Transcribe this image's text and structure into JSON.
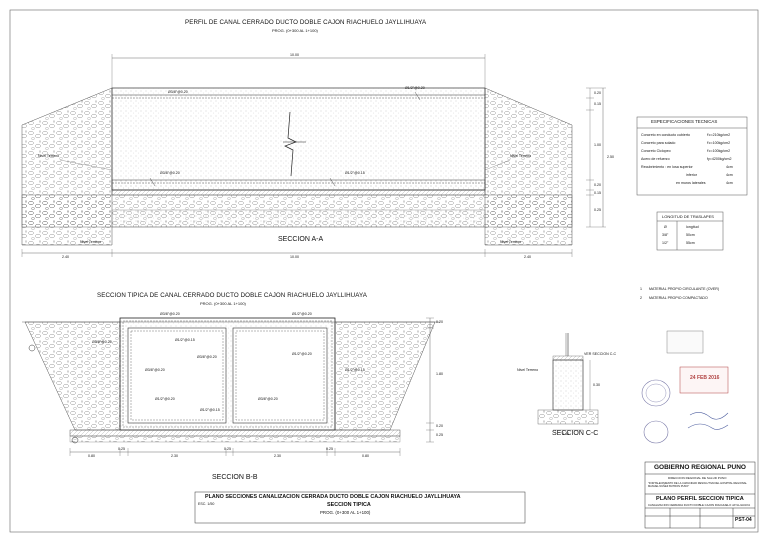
{
  "sheet": {
    "title_a": "PERFIL DE CANAL CERRADO DUCTO DOBLE CAJON RIACHUELO JAYLLIHUAYA",
    "prog_a": "PROG. (0+300 AL 1+100)",
    "section_a": "SECCION A-A",
    "title_b": "SECCION TIPICA DE CANAL CERRADO DUCTO DOBLE CAJON RIACHUELO JAYLLIHUAYA",
    "prog_b": "PROG. (0+300 AL 1+100)",
    "section_b": "SECCION B-B",
    "section_c": "SECCION C-C",
    "sheet_title_1": "PLANO SECCIONES CANALIZACION CERRADA DUCTO DOBLE CAJON RIACHUELO JAYLLIHUAYA",
    "sheet_title_2": "SECCION TIPICA",
    "sheet_prog": "PROG. (0+300 AL 1+100)",
    "scale": "ESC. 1/50"
  },
  "specs": {
    "header": "ESPECIFICACIONES TECNICAS",
    "rows": [
      {
        "label": "Concreto en conducto cubierto",
        "value": "f'c=210kg/cm2"
      },
      {
        "label": "Concreto para solado",
        "value": "f'c=100kg/cm2"
      },
      {
        "label": "Concreto Ciclopeo",
        "value": "f'c=100kg/cm2"
      },
      {
        "label": "Acero de refuerzo",
        "value": "fy=4200kg/cm2"
      },
      {
        "label": "Recubrimiento : en losa superior",
        "value": "4cm"
      },
      {
        "label": "inferior",
        "value": "4cm"
      },
      {
        "label": "en muros laterales",
        "value": "4cm"
      }
    ]
  },
  "splices": {
    "header": "LONGITUD DE TRASLAPES",
    "col1": "Ø",
    "col2": "longitud",
    "rows": [
      {
        "d": "3/8\"",
        "len": "50cm"
      },
      {
        "d": "1/2\"",
        "len": "55cm"
      }
    ]
  },
  "legend": [
    {
      "num": "1",
      "text": "MATERIAL PROPIO CIRCULANTE (OVER)"
    },
    {
      "num": "2",
      "text": "MATERIAL PROPIO COMPACTADO"
    }
  ],
  "dims": {
    "top_width": "10.00",
    "right_dims": [
      "0.20",
      "0.15",
      "1.00",
      "0.20",
      "0.15",
      "0.25"
    ],
    "right_total": "2.50",
    "bottom_a": [
      "2.40",
      "10.00",
      "2.40"
    ],
    "bottom_b": [
      "0.80",
      "0.25",
      "2.30",
      "0.25",
      "2.30",
      "0.25",
      "0.80"
    ],
    "right_b": [
      "0.20",
      "1.80",
      "0.20",
      "0.25"
    ],
    "c_dims": [
      "0.30",
      "0.40"
    ]
  },
  "rebar_labels": {
    "a": "Ø3/8\"@0.20",
    "b": "Ø1/2\"@0.20",
    "c": "Ø1/2\"@0.15"
  },
  "notes": {
    "nivel_terreno": "Nivel Terreno",
    "c_label": "VER SECCION C-C"
  },
  "title_block": {
    "org": "GOBIERNO REGIONAL PUNO",
    "org_sub": "DIRECCION REGIONAL DE SALUD PUNO",
    "project": "\"FORTALECIMIENTO DE LA CAPACIDAD RESOLUTIVA DEL HOSPITAL REGIONAL MANUEL NUÑEZ BUTRON PUNO\"",
    "plan": "PLANO PERFIL SECCION TIPICA",
    "plan_sub": "CANALIZACION CERRADA DUCTO DOBLE CAJON RIACHUELO JAYLLIHUAYA",
    "sheet_code": "PST-04"
  },
  "stamps": {
    "date": "24 FEB 2016"
  }
}
